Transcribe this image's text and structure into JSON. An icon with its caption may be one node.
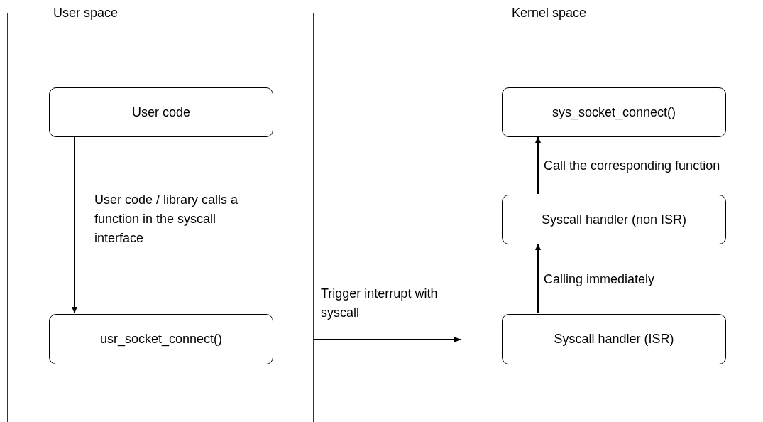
{
  "diagram": {
    "nodes": [
      {
        "text": [
          "User space"
        ]
      },
      {
        "text": [
          "User code"
        ],
        "in": 0
      },
      {
        "text": [
          "usr_socket_connect()"
        ],
        "in": 0
      },
      {
        "text": [
          "Kernel space"
        ]
      },
      {
        "text": [
          "sys_socket_connect()"
        ],
        "in": 3
      },
      {
        "text": [
          "Syscall handler (non ISR)"
        ],
        "in": 3
      },
      {
        "text": [
          "Syscall handler (ISR)"
        ],
        "in": 3
      }
    ],
    "edges": [
      {
        "from": 1,
        "to": 2,
        "arrow": "to",
        "label": "User code / library calls a function in the syscall interface"
      },
      {
        "from": 0,
        "to": 3,
        "arrow": "to",
        "label": "Trigger interrupt with syscall"
      },
      {
        "from": 6,
        "to": 5,
        "arrow": "to",
        "label": "Calling immediately"
      },
      {
        "from": 5,
        "to": 4,
        "arrow": "to",
        "label": "Call the corresponding function"
      }
    ]
  }
}
